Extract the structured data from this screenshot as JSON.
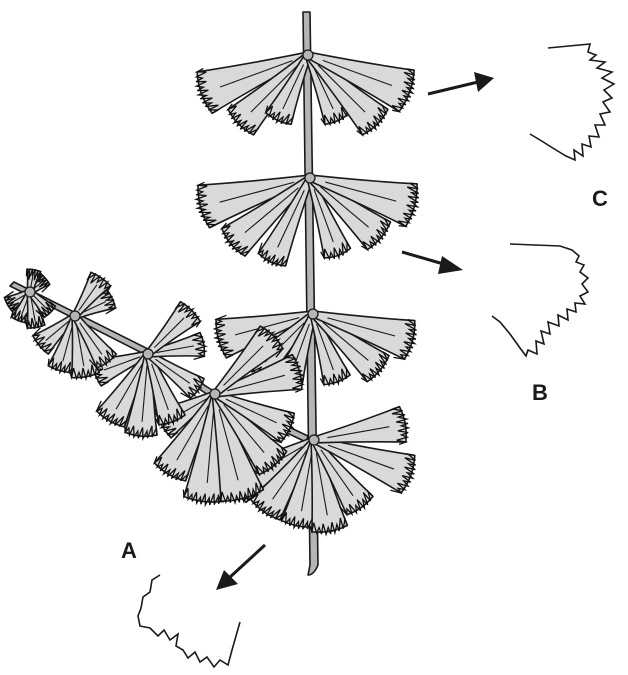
{
  "labels": {
    "a": "A",
    "b": "B",
    "c": "C"
  },
  "colors": {
    "leaf_fill": "#d9d9d9",
    "stem_fill": "#b5b5b5",
    "ink": "#1a1a1a"
  }
}
